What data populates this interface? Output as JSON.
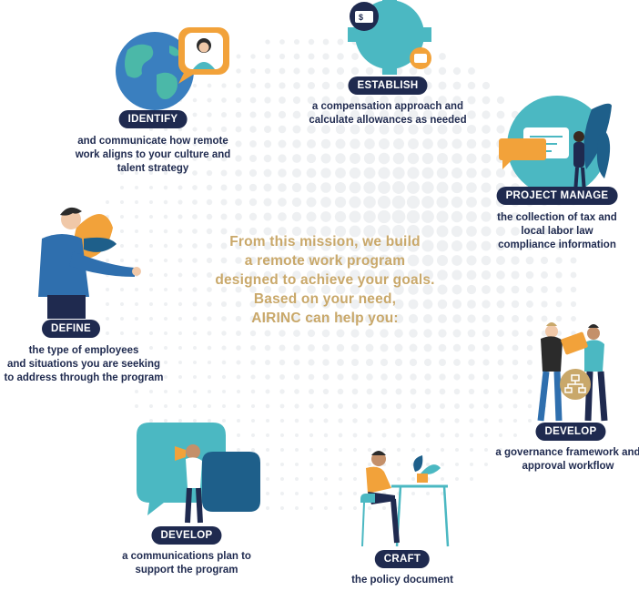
{
  "center": {
    "lines": [
      "From this mission, we build",
      "a remote work program",
      "designed to achieve your goals.",
      "Based on your need,",
      "AIRINC can help you:"
    ]
  },
  "steps": [
    {
      "label": "IDENTIFY",
      "desc": [
        "and communicate how remote",
        "work aligns to your culture and",
        "talent strategy"
      ]
    },
    {
      "label": "ESTABLISH",
      "desc": [
        "a compensation approach and",
        "calculate allowances as needed"
      ]
    },
    {
      "label": "PROJECT MANAGE",
      "desc": [
        "the collection of tax and",
        "local labor law",
        "compliance information"
      ]
    },
    {
      "label": "DEFINE",
      "desc": [
        "the type of employees",
        "and situations you are seeking",
        "to address through the program"
      ]
    },
    {
      "label": "DEVELOP",
      "desc": [
        "a governance framework and",
        "approval workflow"
      ]
    },
    {
      "label": "DEVELOP",
      "desc": [
        "a communications plan to",
        "support the program"
      ]
    },
    {
      "label": "CRAFT",
      "desc": [
        "the policy document"
      ]
    }
  ],
  "icons": {
    "money_card": "$",
    "colors": {
      "navy": "#1f2a4f",
      "teal": "#4bb8c2",
      "orange": "#f2a23a",
      "gold_text": "#c9a86a",
      "blue": "#2f6fae"
    }
  }
}
